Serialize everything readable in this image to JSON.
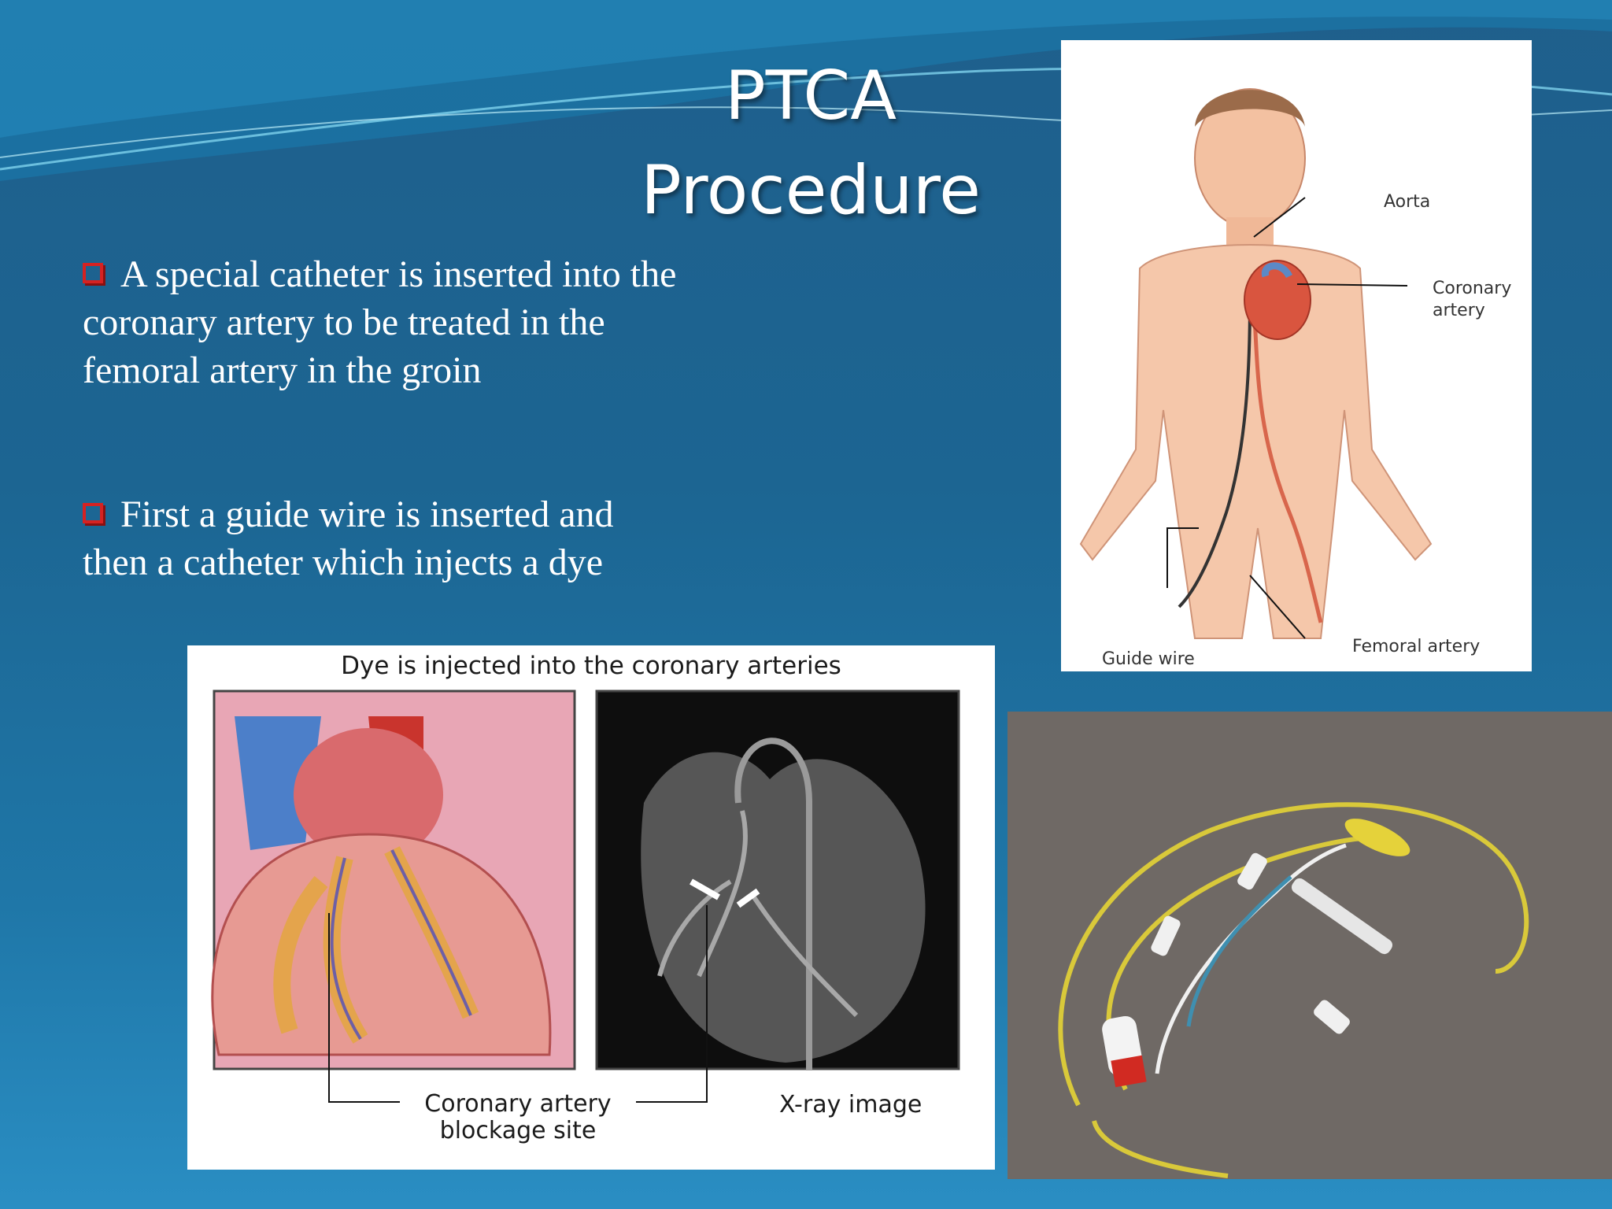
{
  "slide": {
    "title_line1": "PTCA",
    "title_line2": "Procedure",
    "bullets": [
      "A special catheter is inserted into the coronary artery to be treated in the femoral artery in the groin",
      "First a guide wire is inserted and then a catheter  which injects a dye"
    ]
  },
  "body_diagram": {
    "labels": {
      "aorta": "Aorta",
      "coronary": "Coronary artery",
      "guide_wire": "Guide wire",
      "femoral": "Femoral artery"
    }
  },
  "heart_figure": {
    "caption": "Dye is injected into the coronary arteries",
    "blockage_label_1": "Coronary artery",
    "blockage_label_2": "blockage site",
    "xray_label": "X-ray image"
  },
  "colors": {
    "bullet_box": "#d62222",
    "background": "#1f6a9a"
  }
}
